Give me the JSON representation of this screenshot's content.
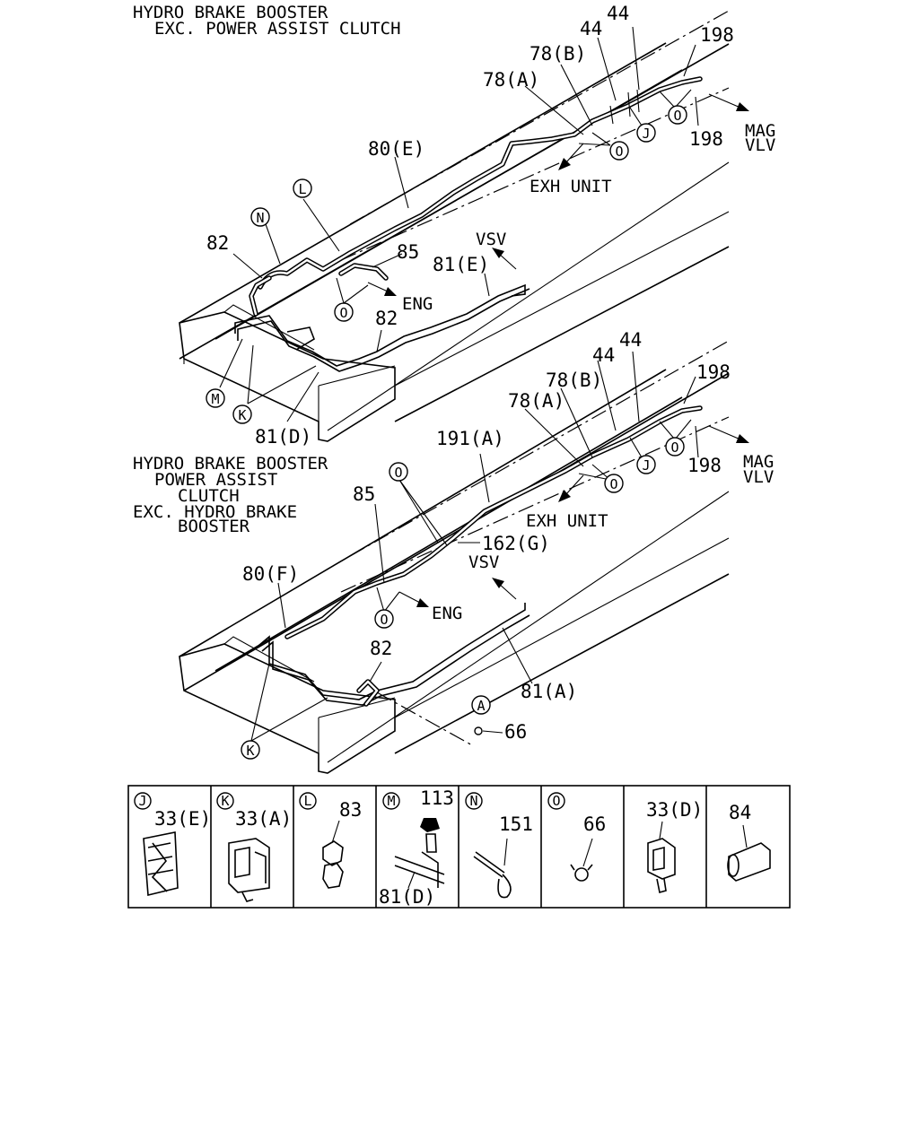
{
  "diagram_top": {
    "header": [
      "HYDRO BRAKE BOOSTER",
      "EXC. POWER ASSIST CLUTCH"
    ],
    "labels": {
      "l44a": "44",
      "l44b": "44",
      "l198a": "198",
      "l78b": "78(B)",
      "l78a": "78(A)",
      "l198b": "198",
      "mag": "MAG",
      "vlv": "VLV",
      "l80e": "80(E)",
      "exh": "EXH UNIT",
      "l82a": "82",
      "l85": "85",
      "vsv": "VSV",
      "l81e": "81(E)",
      "eng": "ENG",
      "l82b": "82",
      "l81d": "81(D)"
    },
    "callouts": {
      "o1": "O",
      "o2": "O",
      "o3": "O",
      "j": "J",
      "l": "L",
      "n": "N",
      "m": "M",
      "k": "K"
    }
  },
  "diagram_bottom": {
    "header": [
      "HYDRO BRAKE BOOSTER",
      "POWER ASSIST",
      "CLUTCH",
      "EXC. HYDRO BRAKE",
      "BOOSTER"
    ],
    "labels": {
      "l44a": "44",
      "l44b": "44",
      "l198a": "198",
      "l78b": "78(B)",
      "l78a": "78(A)",
      "l191a": "191(A)",
      "l198b": "198",
      "mag": "MAG",
      "vlv": "VLV",
      "exh": "EXH UNIT",
      "l85": "85",
      "l162g": "162(G)",
      "vsv": "VSV",
      "l80f": "80(F)",
      "eng": "ENG",
      "l82": "82",
      "l81a": "81(A)",
      "l66": "66"
    },
    "callouts": {
      "o1": "O",
      "o2": "O",
      "o3": "O",
      "o4": "O",
      "j": "J",
      "k": "K",
      "a": "A"
    }
  },
  "parts_table": [
    {
      "key": "J",
      "part": "33(E)"
    },
    {
      "key": "K",
      "part": "33(A)"
    },
    {
      "key": "L",
      "part": "83"
    },
    {
      "key": "M",
      "part": "113",
      "part2": "81(D)"
    },
    {
      "key": "N",
      "part": "151"
    },
    {
      "key": "O",
      "part": "66"
    },
    {
      "key": "",
      "part": "33(D)"
    },
    {
      "key": "",
      "part": "84"
    }
  ]
}
